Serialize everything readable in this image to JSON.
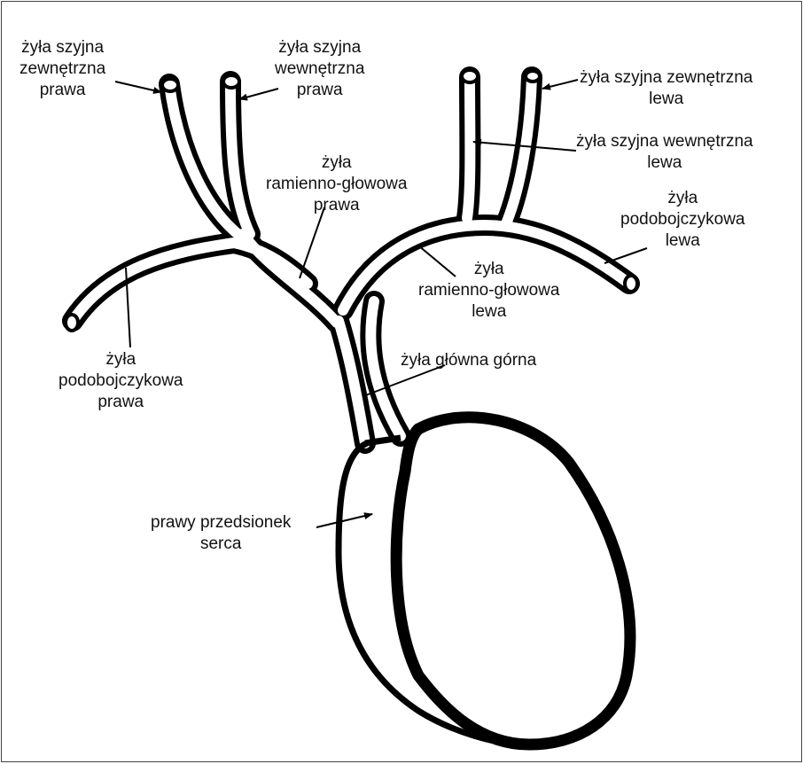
{
  "colors": {
    "ink": "#000000",
    "fill": "#ffffff",
    "text": "#111111"
  },
  "labels": {
    "ext_jugular_right": [
      "żyła szyjna",
      "zewnętrzna",
      "prawa"
    ],
    "int_jugular_right": [
      "żyła szyjna",
      "wewnętrzna",
      "prawa"
    ],
    "ext_jugular_left": [
      "żyła szyjna zewnętrzna",
      "lewa"
    ],
    "int_jugular_left": [
      "żyła szyjna wewnętrzna",
      "lewa"
    ],
    "brachiocephalic_right": [
      "żyła",
      "ramienno-głowowa",
      "prawa"
    ],
    "subclavian_left": [
      "żyła",
      "podobojczykowa",
      "lewa"
    ],
    "brachiocephalic_left": [
      "żyła",
      "ramienno-głowowa",
      "lewa"
    ],
    "subclavian_right": [
      "żyła",
      "podobojczykowa",
      "prawa"
    ],
    "superior_vena_cava": [
      "żyła główna górna"
    ],
    "right_atrium": [
      "prawy przedsionek",
      "serca"
    ]
  }
}
